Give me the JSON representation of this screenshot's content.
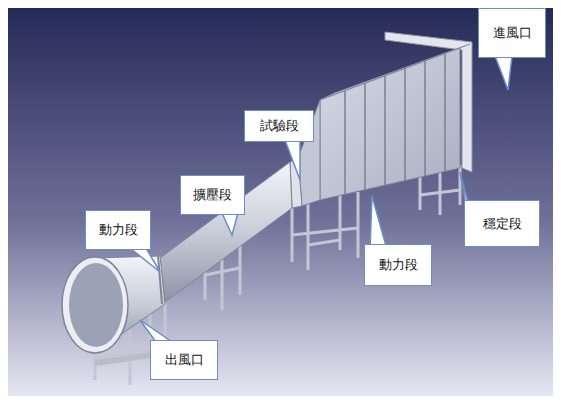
{
  "diagram": {
    "nodes": [
      {
        "text": [
          "進風口"
        ]
      },
      {
        "text": [
          "試驗段"
        ]
      },
      {
        "text": [
          "擴壓段"
        ]
      },
      {
        "text": [
          "穩定段"
        ]
      },
      {
        "text": [
          "動力段"
        ]
      },
      {
        "text": [
          "動力段"
        ]
      },
      {
        "text": [
          "出風口"
        ]
      }
    ]
  }
}
